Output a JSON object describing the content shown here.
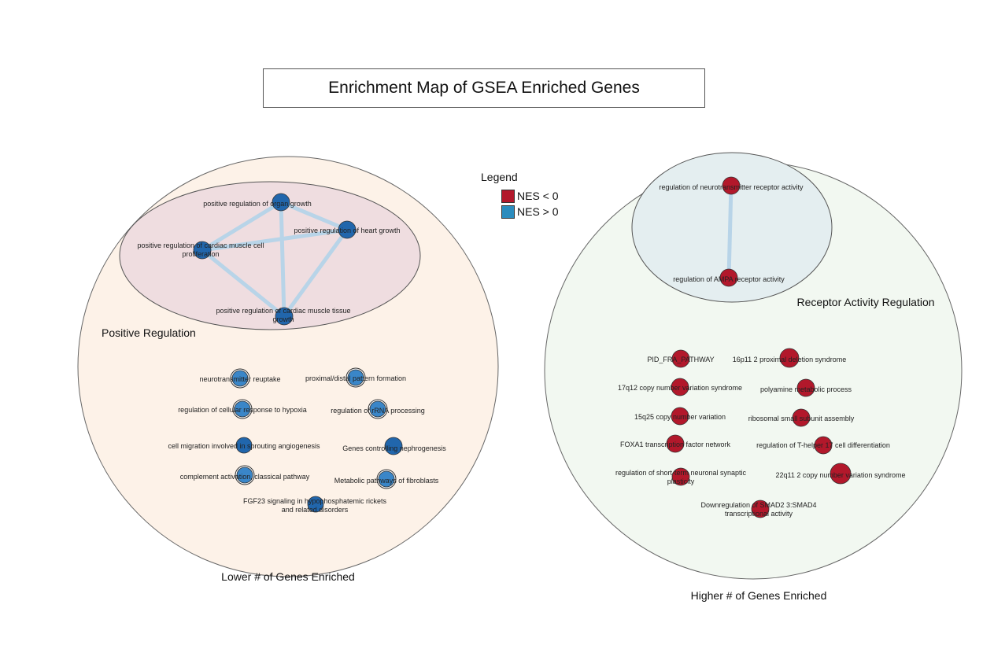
{
  "title": "Enrichment Map of GSEA Enriched Genes",
  "legend": {
    "title": "Legend",
    "items": [
      {
        "label": "NES < 0",
        "color": "#b2182b"
      },
      {
        "label": "NES > 0",
        "color": "#2b8cbe"
      }
    ]
  },
  "colors": {
    "neg_node": "#b2182b",
    "pos_node": "#2166ac",
    "pos_node_light": "#3a86c8",
    "edge": "#b8d4e8",
    "left_group_fill": "#fdf2e8",
    "left_cluster_fill": "#efdde0",
    "right_group_fill": "#f2f8f1",
    "right_cluster_fill": "#e4eef0"
  },
  "groups": {
    "left": {
      "caption": "Lower # of Genes Enriched",
      "cluster_label": "Positive Regulation"
    },
    "right": {
      "caption": "Higher # of Genes Enriched",
      "cluster_label": "Receptor Activity Regulation"
    }
  },
  "nodes": [
    {
      "id": "organ_growth",
      "label": [
        "positive regulation of organ growth"
      ],
      "nes": "pos"
    },
    {
      "id": "heart_growth",
      "label": [
        "positive regulation of heart growth"
      ],
      "nes": "pos"
    },
    {
      "id": "cardiac_prolif",
      "label": [
        "positive regulation of cardiac muscle cell",
        "proliferation"
      ],
      "nes": "pos"
    },
    {
      "id": "cardiac_tissue",
      "label": [
        "positive regulation of cardiac muscle tissue",
        "growth"
      ],
      "nes": "pos"
    },
    {
      "id": "nt_reuptake",
      "label": [
        "neurotransmitter reuptake"
      ],
      "nes": "pos"
    },
    {
      "id": "prox_distal",
      "label": [
        "proximal/distal pattern formation"
      ],
      "nes": "pos"
    },
    {
      "id": "hypoxia",
      "label": [
        "regulation of cellular response to hypoxia"
      ],
      "nes": "pos"
    },
    {
      "id": "rrna",
      "label": [
        "regulation of rRNA processing"
      ],
      "nes": "pos"
    },
    {
      "id": "angiogenesis",
      "label": [
        "cell migration involved in sprouting angiogenesis"
      ],
      "nes": "pos"
    },
    {
      "id": "nephrogenesis",
      "label": [
        "Genes controlling nephrogenesis"
      ],
      "nes": "pos"
    },
    {
      "id": "complement",
      "label": [
        "complement activation, classical pathway"
      ],
      "nes": "pos"
    },
    {
      "id": "fibroblasts",
      "label": [
        "Metabolic pathways of fibroblasts"
      ],
      "nes": "pos"
    },
    {
      "id": "fgf23",
      "label": [
        "FGF23 signaling in hypophosphatemic rickets",
        "and related disorders"
      ],
      "nes": "pos"
    },
    {
      "id": "nt_receptor",
      "label": [
        "regulation of neurotransmitter receptor activity"
      ],
      "nes": "neg"
    },
    {
      "id": "ampa",
      "label": [
        "regulation of AMPA receptor activity"
      ],
      "nes": "neg"
    },
    {
      "id": "pid_fra",
      "label": [
        "PID_FRA_PATHWAY"
      ],
      "nes": "neg"
    },
    {
      "id": "16p11",
      "label": [
        "16p11 2 proximal deletion syndrome"
      ],
      "nes": "neg"
    },
    {
      "id": "17q12",
      "label": [
        "17q12 copy number variation syndrome"
      ],
      "nes": "neg"
    },
    {
      "id": "polyamine",
      "label": [
        "polyamine metabolic process"
      ],
      "nes": "neg"
    },
    {
      "id": "15q25",
      "label": [
        "15q25 copy number variation"
      ],
      "nes": "neg"
    },
    {
      "id": "ribosomal",
      "label": [
        "ribosomal small subunit assembly"
      ],
      "nes": "neg"
    },
    {
      "id": "foxa1",
      "label": [
        "FOXA1 transcription factor network"
      ],
      "nes": "neg"
    },
    {
      "id": "th17",
      "label": [
        "regulation of T-helper 17 cell differentiation"
      ],
      "nes": "neg"
    },
    {
      "id": "short_term",
      "label": [
        "regulation of short-term neuronal synaptic",
        "plasticity"
      ],
      "nes": "neg"
    },
    {
      "id": "22q11",
      "label": [
        "22q11 2 copy number variation syndrome"
      ],
      "nes": "neg"
    },
    {
      "id": "smad",
      "label": [
        "Downregulation of SMAD2 3:SMAD4",
        "transcriptional activity"
      ],
      "nes": "neg"
    }
  ],
  "edges": [
    [
      "organ_growth",
      "heart_growth"
    ],
    [
      "organ_growth",
      "cardiac_prolif"
    ],
    [
      "organ_growth",
      "cardiac_tissue"
    ],
    [
      "heart_growth",
      "cardiac_prolif"
    ],
    [
      "heart_growth",
      "cardiac_tissue"
    ],
    [
      "cardiac_prolif",
      "cardiac_tissue"
    ],
    [
      "nt_receptor",
      "ampa"
    ]
  ]
}
